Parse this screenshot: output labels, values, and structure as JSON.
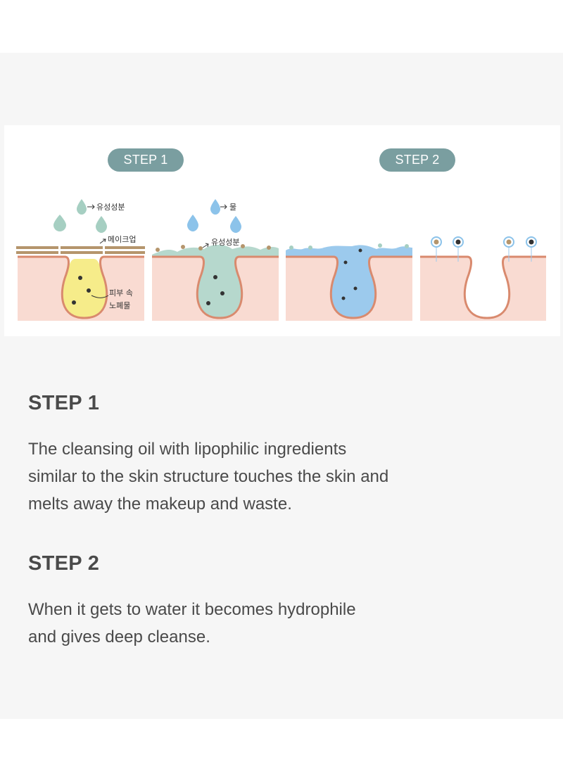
{
  "diagram": {
    "step1_badge": "STEP 1",
    "step2_badge": "STEP 2",
    "labels": {
      "oil_ingredient": "유성성분",
      "makeup": "메이크업",
      "pore_waste_line1": "피부 속",
      "pore_waste_line2": "노폐물",
      "water": "물",
      "oil_ingredient_2": "유성성분"
    },
    "colors": {
      "badge": "#7a9ea0",
      "skin": "#f9dbd2",
      "skin_outline": "#d98a6e",
      "oil_drop": "#a6cfc2",
      "water_drop": "#8cc3ea",
      "sebum": "#f6ec8a",
      "makeup": "#b5956c"
    }
  },
  "sections": [
    {
      "title": "STEP 1",
      "lines": [
        "The cleansing oil with lipophilic ingredients",
        "similar to the skin structure touches the skin and",
        "melts away the makeup and waste."
      ]
    },
    {
      "title": "STEP 2",
      "lines": [
        "When it gets to water it becomes hydrophile",
        "and gives deep cleanse."
      ]
    }
  ]
}
